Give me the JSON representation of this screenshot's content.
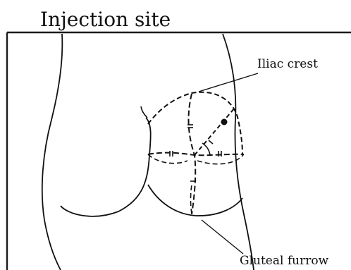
{
  "title": "Injection site",
  "labels": {
    "iliac_crest": "Iliac crest",
    "gluteal_furrow": "Gluteal furrow"
  },
  "colors": {
    "ink": "#111111",
    "background": "#ffffff",
    "frame": "#1b1b1b"
  }
}
